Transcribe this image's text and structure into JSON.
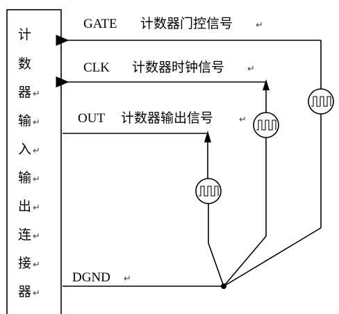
{
  "connector": {
    "chars": [
      "计",
      "数",
      "器",
      "输",
      "入",
      "输",
      "出",
      "连",
      "接",
      "器"
    ],
    "return_mark": "↵"
  },
  "signals": {
    "gate": {
      "name": "GATE",
      "desc": "计数器门控信号"
    },
    "clk": {
      "name": "CLK",
      "desc": "计数器时钟信号"
    },
    "out": {
      "name": "OUT",
      "desc": "计数器输出信号"
    },
    "dgnd": {
      "name": "DGND"
    }
  }
}
